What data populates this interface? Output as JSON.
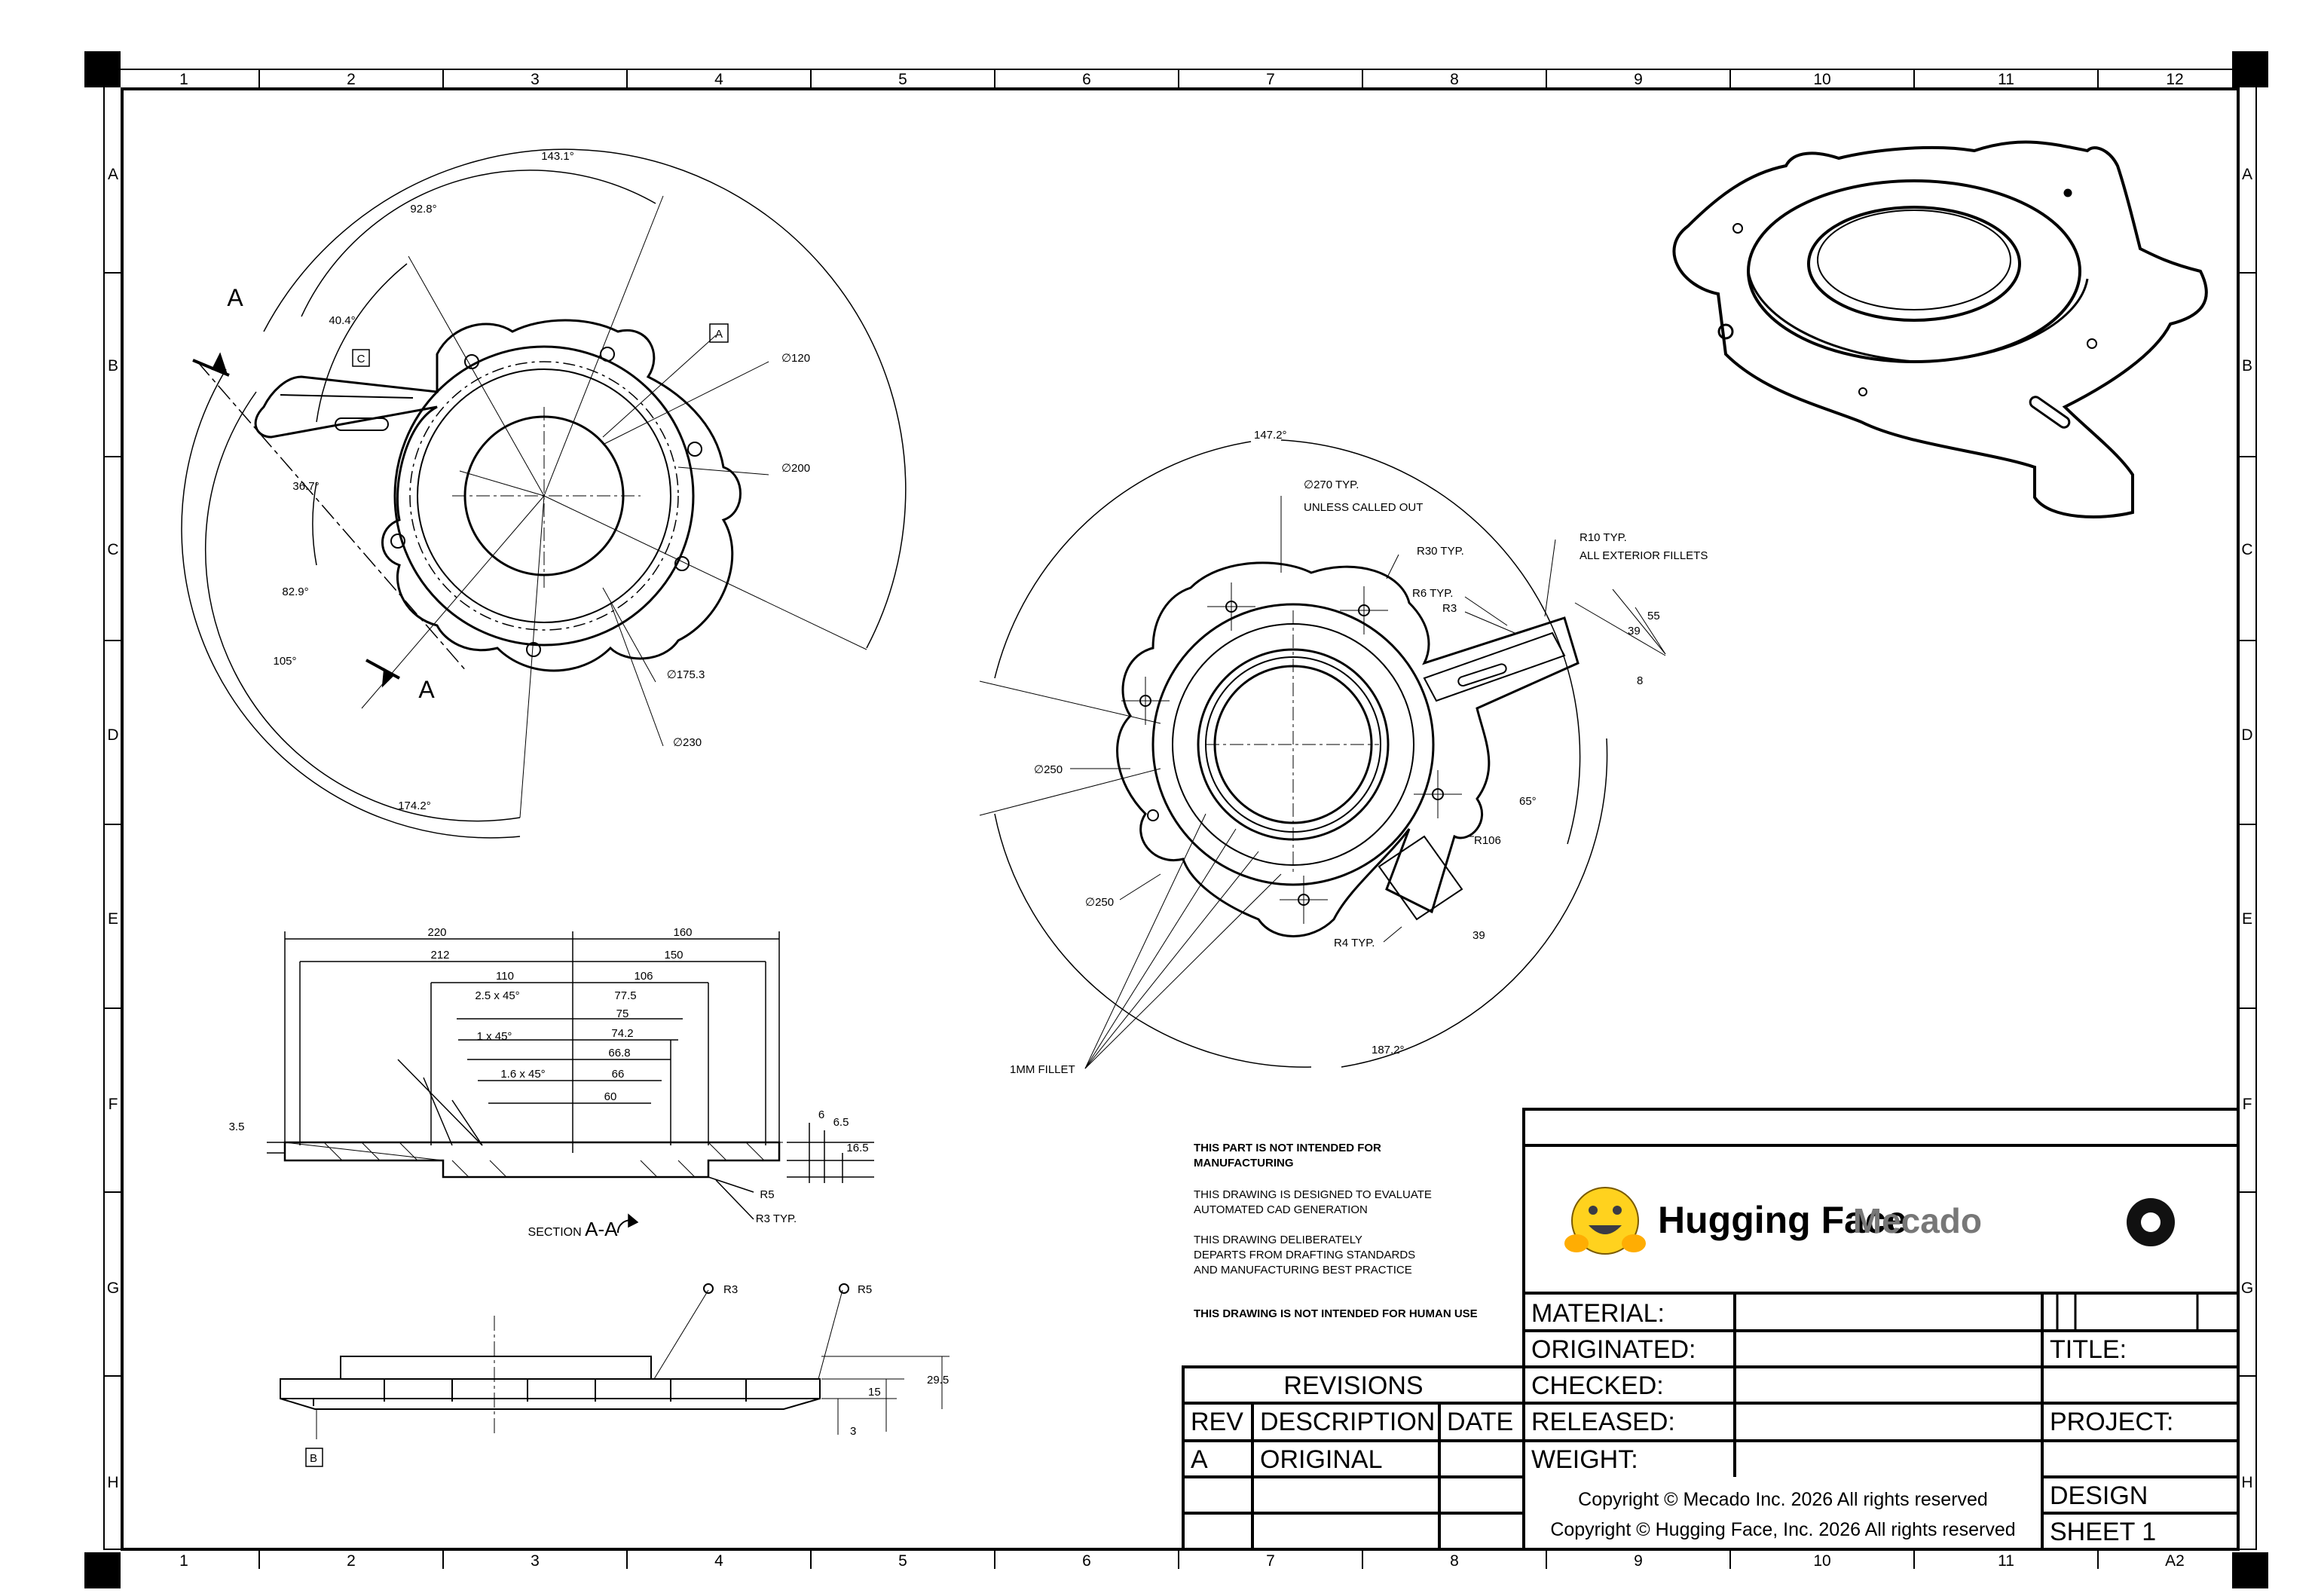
{
  "border": {
    "columns": [
      "1",
      "2",
      "3",
      "4",
      "5",
      "6",
      "7",
      "8",
      "9",
      "10",
      "11",
      "12"
    ],
    "rows": [
      "A",
      "B",
      "C",
      "D",
      "E",
      "F",
      "G",
      "H"
    ]
  },
  "front_view": {
    "dims": {
      "angle_total": "143.1°",
      "angle_a": "92.8°",
      "angle_b": "40.4°",
      "angle_c": "36.7°",
      "angle_d": "82.9°",
      "angle_e": "105°",
      "angle_f": "174.2°",
      "dia_120": "∅120",
      "dia_200": "∅200",
      "dia_175": "∅175.3",
      "dia_230": "∅230"
    },
    "section_a": "A",
    "datum_a": "A",
    "datum_c": "C"
  },
  "section_view": {
    "dims": {
      "d220": "220",
      "d160": "160",
      "d212": "212",
      "d150": "150",
      "d110": "110",
      "d106": "106",
      "d77_5": "77.5",
      "d75": "75",
      "d74_2": "74.2",
      "d66_8": "66.8",
      "d66": "66",
      "d60": "60",
      "ch1": "2.5  x  45°",
      "ch2": "1  x  45°",
      "ch3": "1.6  x  45°",
      "d3_5": "3.5",
      "d6": "6",
      "d6_5": "6.5",
      "d16_5": "16.5",
      "r5": "R5",
      "r3": "R3  TYP."
    },
    "caption_prefix": "SECTION",
    "caption_letters": "A-A"
  },
  "side_view": {
    "r3": "R3",
    "r5": "R5",
    "d29_5": "29.5",
    "d15": "15",
    "d3": "3",
    "datum_b": "B"
  },
  "top_view": {
    "notes": {
      "dia270": "∅270  TYP.",
      "unless": "UNLESS CALLED OUT",
      "r30": "R30  TYP.",
      "r10": "R10  TYP.",
      "fillets": "ALL EXTERIOR FILLETS",
      "r6": "R6  TYP.",
      "r3": "R3",
      "d55": "55",
      "d39a": "39",
      "d8": "8",
      "angle_147": "147.2°",
      "dia250a": "∅250",
      "dia250b": "∅250",
      "angle_65": "65°",
      "r106": "R106",
      "d39b": "39",
      "r4": "R4  TYP.",
      "angle_187": "187.2°",
      "fillet": "1MM  FILLET"
    }
  },
  "disclaimers": [
    "THIS PART IS NOT INTENDED FOR",
    "MANUFACTURING",
    "THIS DRAWING IS DESIGNED TO EVALUATE",
    "AUTOMATED CAD GENERATION",
    "THIS DRAWING DELIBERATELY",
    "DEPARTS FROM DRAFTING STANDARDS",
    "AND MANUFACTURING BEST PRACTICE",
    "THIS DRAWING IS NOT INTENDED FOR HUMAN USE"
  ],
  "title_block": {
    "brand_hf": "Hugging Face",
    "brand_mecado": "Mecado",
    "material": "MATERIAL:",
    "originated": "ORIGINATED:",
    "checked": "CHECKED:",
    "released": "RELEASED:",
    "weight": "WEIGHT:",
    "title": "TITLE:",
    "project": "PROJECT:",
    "design": "DESIGN",
    "sheet": "SHEET 1",
    "sheet_size": "A2",
    "copyright1": "Copyright © Mecado Inc. 2026 All rights reserved",
    "copyright2": "Copyright © Hugging Face, Inc. 2026 All rights reserved"
  },
  "revisions": {
    "header": "REVISIONS",
    "cols": [
      "REV",
      "DESCRIPTION",
      "DATE"
    ],
    "rows": [
      [
        "A",
        "ORIGINAL",
        ""
      ]
    ]
  }
}
